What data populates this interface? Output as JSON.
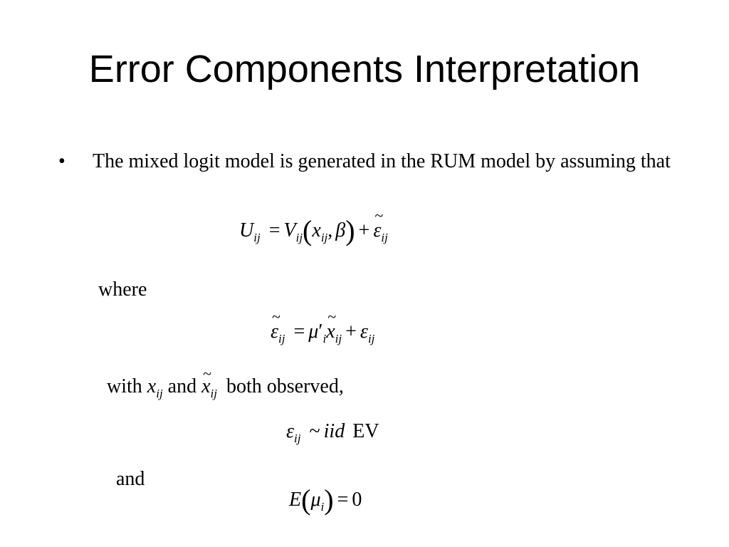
{
  "slide": {
    "title": "Error Components Interpretation",
    "bullet_glyph": "•",
    "bullet_text": "The mixed logit model is generated in the RUM model by assuming that",
    "where_label": "where",
    "with_label": "with",
    "and_mid": "and",
    "both_observed": "both observed,",
    "and_label": "and",
    "eq1": {
      "U": "U",
      "ij": "ij",
      "eq": "=",
      "V": "V",
      "lp": "(",
      "x": "x",
      "comma": ",",
      "beta": "β",
      "rp": ")",
      "plus": "+",
      "eps": "ε",
      "tilde": "~"
    },
    "eq2": {
      "eps": "ε",
      "ij": "ij",
      "tilde": "~",
      "eq": "=",
      "mu": "μ",
      "prime": "′",
      "i": "i",
      "x": "x",
      "plus": "+"
    },
    "inline_x": {
      "x": "x",
      "ij": "ij",
      "tilde": "~"
    },
    "eq3": {
      "eps": "ε",
      "ij": "ij",
      "sim": "~",
      "iid": "iid",
      "ev": "EV"
    },
    "eq4": {
      "E": "E",
      "lp": "(",
      "mu": "μ",
      "i": "i",
      "rp": ")",
      "eq": "=",
      "zero": "0"
    }
  }
}
